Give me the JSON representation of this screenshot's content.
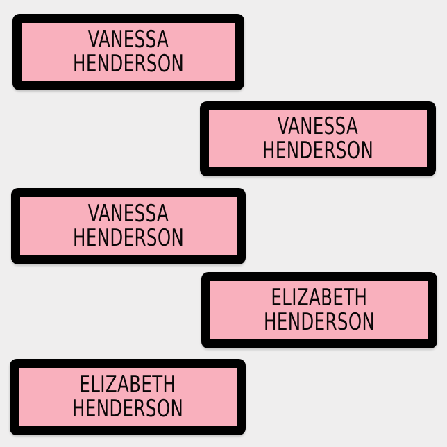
{
  "scene": {
    "description": "Five personalized black-and-pink rectangular name labels arranged in a staggered column on a light gray background",
    "background_color": "#efeeee",
    "label_border_color": "#000000",
    "label_fill_color": "#f9b0bd",
    "label_text_color": "#0a0708"
  },
  "labels": [
    {
      "id": "label-1",
      "first_name": "VANESSA",
      "last_name": "HENDERSON",
      "position": "top-left"
    },
    {
      "id": "label-2",
      "first_name": "VANESSA",
      "last_name": "HENDERSON",
      "position": "upper-right"
    },
    {
      "id": "label-3",
      "first_name": "VANESSA",
      "last_name": "HENDERSON",
      "position": "middle-left"
    },
    {
      "id": "label-4",
      "first_name": "ELIZABETH",
      "last_name": "HENDERSON",
      "position": "lower-right"
    },
    {
      "id": "label-5",
      "first_name": "ELIZABETH",
      "last_name": "HENDERSON",
      "position": "bottom-left"
    }
  ]
}
